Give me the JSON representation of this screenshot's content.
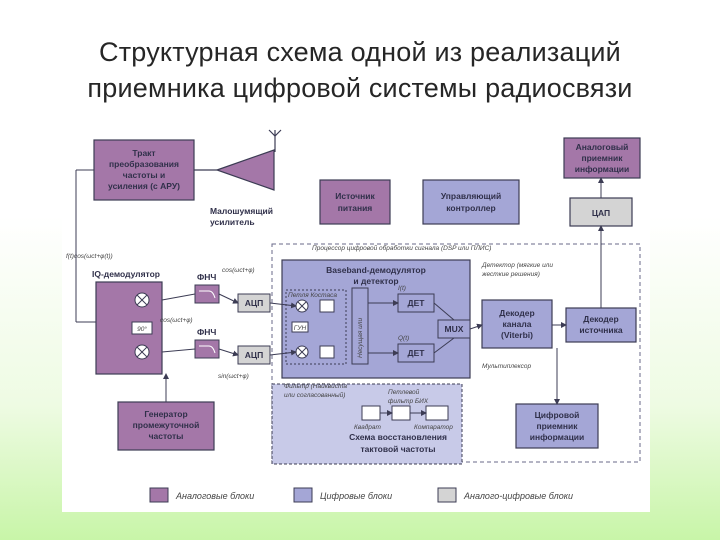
{
  "title": {
    "line1": "Структурная схема одной из реализаций",
    "line2": "приемника цифровой системы радиосвязи"
  },
  "colors": {
    "analog": "#a477a8",
    "digital": "#a4a6d6",
    "adc": "#d4d4d4",
    "outline": "#3c3c54",
    "digital_region": "#c8cae8"
  },
  "icons": [
    "antenna-icon",
    "mixer-icon",
    "lowpass-filter-icon",
    "phase-90-icon"
  ],
  "blocks": {
    "rf_path": [
      "Тракт",
      "преобразования",
      "частоты и",
      "усиления (с АРУ)"
    ],
    "lna_label": [
      "Малошумящий",
      "усилитель"
    ],
    "power": [
      "Источник",
      "питания"
    ],
    "controller": [
      "Управляющий",
      "контроллер"
    ],
    "analog_receiver": [
      "Аналоговый",
      "приемник",
      "информации"
    ],
    "dac": "ЦАП",
    "iq_demod": "IQ-демодулятор",
    "lpf": "ФНЧ",
    "adc": "АЦП",
    "phase90": "90°",
    "if_gen": [
      "Генератор",
      "промежуточной",
      "частоты"
    ],
    "baseband": [
      "Baseband-демодулятор",
      "и детектор"
    ],
    "costas": "Петля Костаса",
    "vco": "ГУН",
    "carrier": [
      "Несущая или",
      "фаза свх"
    ],
    "det": "ДЕТ",
    "mux": "MUX",
    "channel_decoder": [
      "Декодер",
      "канала",
      "(Viterbi)"
    ],
    "source_decoder": [
      "Декодер",
      "источника"
    ],
    "digital_receiver": [
      "Цифровой",
      "приемник",
      "информации"
    ],
    "clock_recovery": [
      "Схема восстановления",
      "тактовой частоты"
    ],
    "loop_filter": [
      "Петлевой",
      "фильтр БИХ"
    ],
    "square": "Квадрат",
    "comparator": "Компаратор"
  },
  "annotations": {
    "dsp_region": "Процессор цифровой обработки сигнала (DSP или ПЛИС)",
    "detector": [
      "Детектор (мягкие или",
      "жесткие решения)"
    ],
    "mux_label": "Мультиплексор",
    "matched_filter": [
      "Фильтр (Найквиста",
      "или согласованный)"
    ],
    "signal_in": "f(t)cos(ωct+φ(t))",
    "cos_top": "cos(ωct+φ)",
    "cos_mid": "cos(ωct+φ)",
    "sin_mid": "sin(ωct+φ)",
    "i_sig": "I(t)",
    "q_sig": "Q(t)"
  },
  "legend": [
    {
      "label": "Аналоговые блоки",
      "color": "#a477a8"
    },
    {
      "label": "Цифровые блоки",
      "color": "#a4a6d6"
    },
    {
      "label": "Аналого-цифровые блоки",
      "color": "#d4d4d4"
    }
  ]
}
